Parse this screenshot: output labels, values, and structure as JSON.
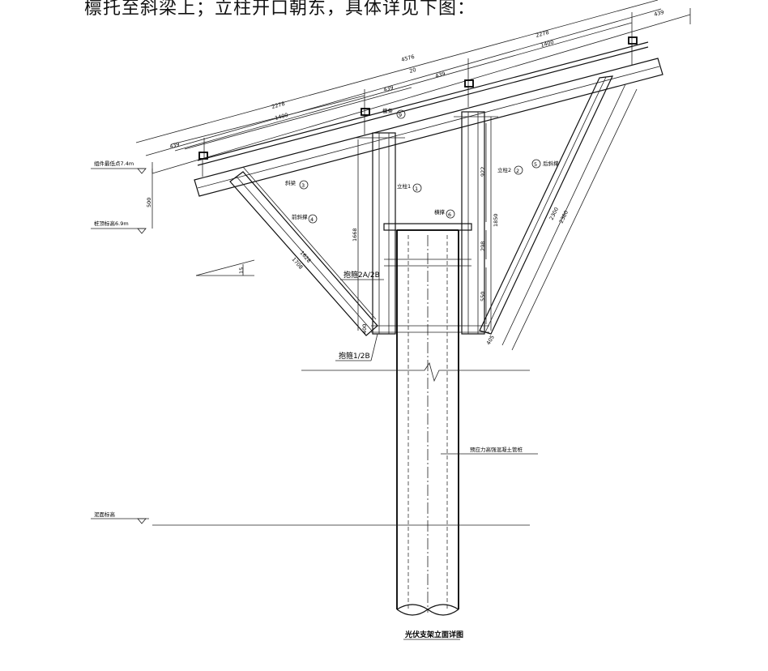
{
  "heading": "檩托至斜梁上；立柱开口朝东，具体详见下图：",
  "dims": {
    "top_439_right": "439",
    "top_2278_right": "2278",
    "top_1400_right": "1400",
    "total_4576": "4576",
    "mid_20": "20",
    "mid_439_a": "439",
    "mid_439_b": "439",
    "left_2278": "2278",
    "left_1400": "1400",
    "left_439": "439",
    "height_500": "500",
    "col_1668": "1668",
    "col_922": "922",
    "col_1850": "1850",
    "col_298": "298",
    "col_550": "550",
    "brace_1628": "1628",
    "brace_1708": "1708",
    "brace_2300": "2300",
    "brace_2380": "2380",
    "small_400": "400",
    "small_405": "405",
    "angle_15": "15"
  },
  "labels": {
    "elev_component": "组件最低点7.4m",
    "elev_pile_top": "桩顶标高6.9m",
    "ground_elev": "泥面标高",
    "part_9": "檩条",
    "num_9": "9",
    "part_3": "斜梁",
    "num_3": "3",
    "part_1": "立柱1",
    "num_1": "1",
    "part_2": "立柱2",
    "num_2": "2",
    "part_5": "后斜撑",
    "num_5": "5",
    "part_4": "前斜撑",
    "num_4": "4",
    "part_6": "横撑",
    "num_6": "6",
    "hoop_2": "抱箍2A/2B",
    "hoop_1": "抱箍1/2B",
    "pile": "预应力高强混凝土管桩",
    "caption": "光伏支架立面详图"
  }
}
